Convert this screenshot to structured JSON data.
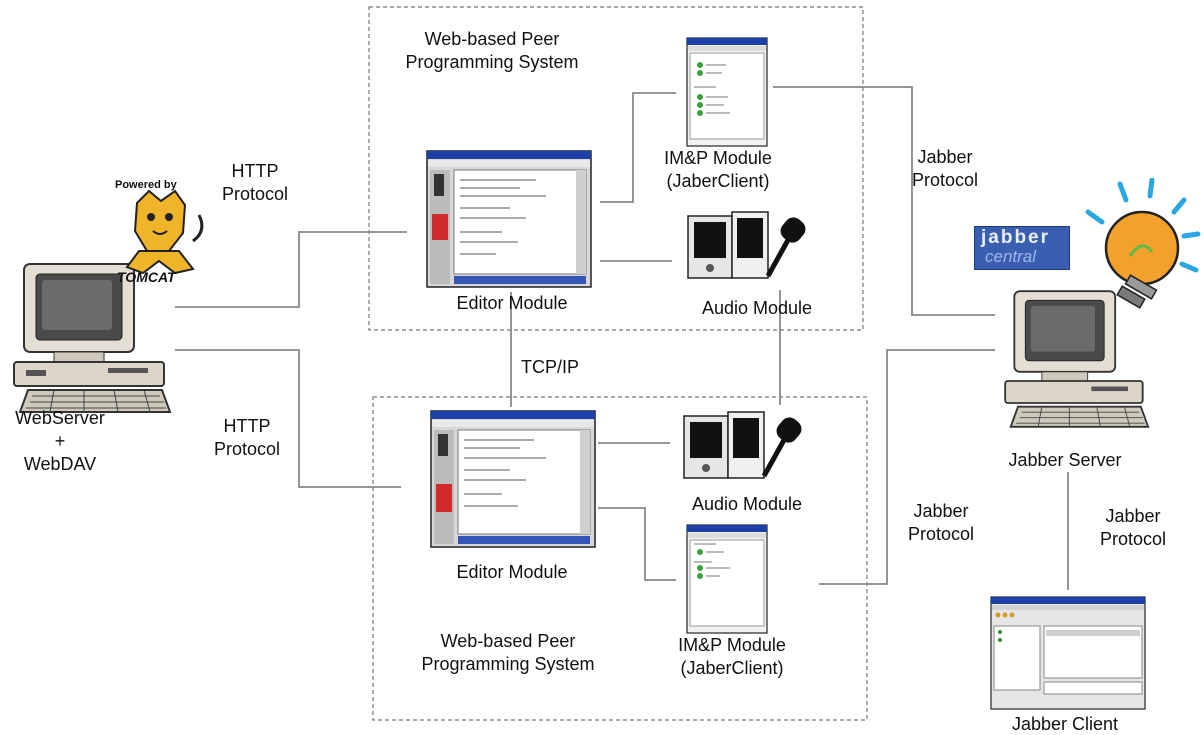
{
  "labels": {
    "webserver": [
      "WebServer",
      "+",
      "WebDAV"
    ],
    "http_top": [
      "HTTP",
      "Protocol"
    ],
    "http_bottom": [
      "HTTP",
      "Protocol"
    ],
    "system_top": [
      "Web-based Peer",
      "Programming System"
    ],
    "system_bottom": [
      "Web-based Peer",
      "Programming System"
    ],
    "editor_top": "Editor Module",
    "editor_bottom": "Editor Module",
    "imp_top": [
      "IM&P Module",
      "(JaberClient)"
    ],
    "imp_bottom": [
      "IM&P Module",
      "(JaberClient)"
    ],
    "audio_top": "Audio Module",
    "audio_bottom": "Audio Module",
    "tcpip": "TCP/IP",
    "jabber_top": [
      "Jabber",
      "Protocol"
    ],
    "jabber_mid": [
      "Jabber",
      "Protocol"
    ],
    "jabber_right": [
      "Jabber",
      "Protocol"
    ],
    "jabber_server": "Jabber Server",
    "jabber_client": "Jabber Client"
  },
  "logos": {
    "tomcat_top": "Powered by",
    "tomcat_bottom": "TOMCAT",
    "jabber_logo_top": "jabber",
    "jabber_logo_bottom": "central"
  },
  "icons": {
    "webserver": "desktop-computer-icon",
    "jabber_server": "desktop-computer-icon",
    "tomcat": "tomcat-cat-logo",
    "jabber_bulb": "lightbulb-icon",
    "editor": "editor-window-icon",
    "imp": "im-client-window-icon",
    "audio": "speakers-microphone-icon",
    "jabber_client": "jabber-client-window-icon"
  },
  "colors": {
    "line": "#888888",
    "box_border": "#777777",
    "window_title": "#1c3fa8",
    "editor_accent": "#d22b2b",
    "bulb_glow": "#2aa7e0",
    "bulb_fill": "#f3a12b",
    "jabber_logo": "#3a5fb0"
  }
}
